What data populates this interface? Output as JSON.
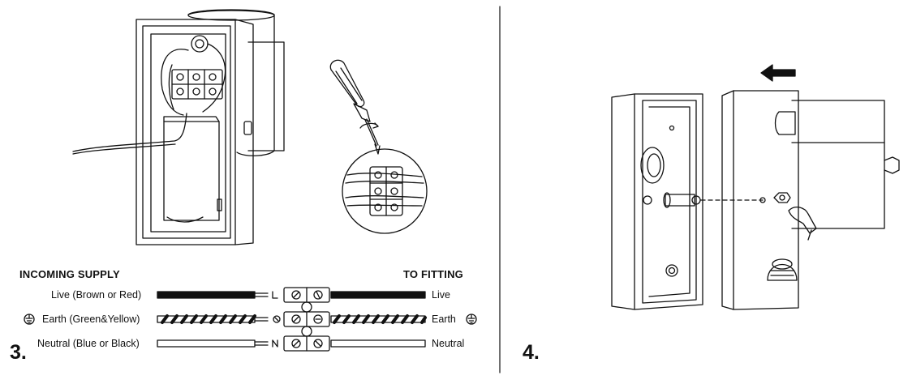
{
  "steps": {
    "step3_number": "3.",
    "step4_number": "4."
  },
  "wiring": {
    "incoming_header": "INCOMING SUPPLY",
    "fitting_header": "TO FITTING",
    "incoming_live": "Live (Brown or Red)",
    "incoming_earth": "Earth (Green&Yellow)",
    "incoming_neutral": "Neutral (Blue or Black)",
    "fitting_live": "Live",
    "fitting_earth": "Earth",
    "fitting_neutral": "Neutral",
    "terminal_live_mark": "L",
    "terminal_neutral_mark": "N"
  },
  "icons": {
    "earth_symbol": "earth-ground-icon",
    "direction_arrow": "arrow-left-icon",
    "tool": "screwdriver-icon"
  }
}
